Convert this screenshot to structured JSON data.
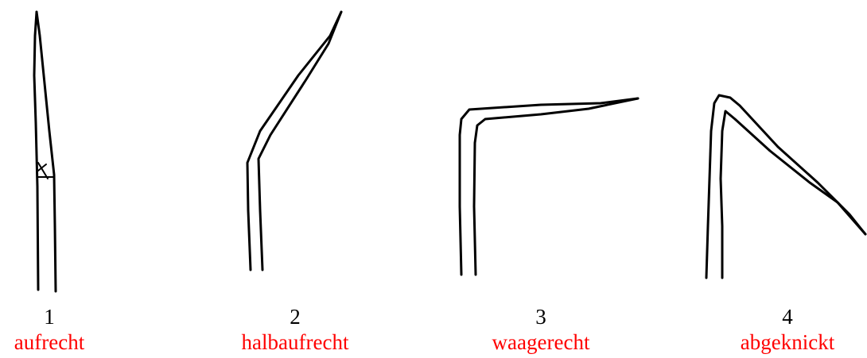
{
  "colors": {
    "stroke": "#000000",
    "label": "#ff0000",
    "number": "#000000",
    "background": "#ffffff"
  },
  "figures": [
    {
      "number": "1",
      "label": "aufrecht"
    },
    {
      "number": "2",
      "label": "halbaufrecht"
    },
    {
      "number": "3",
      "label": "waagerecht"
    },
    {
      "number": "4",
      "label": "abgeknickt"
    }
  ]
}
